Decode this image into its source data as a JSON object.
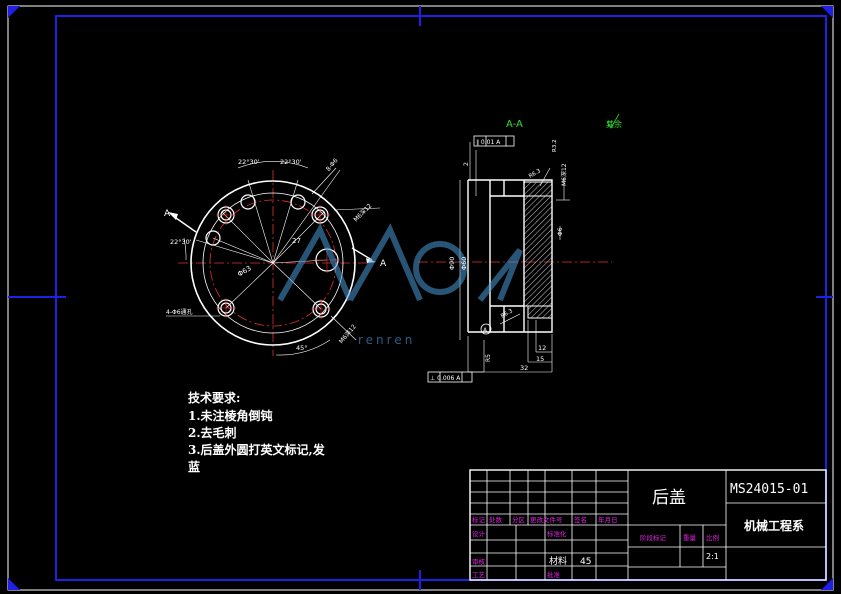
{
  "colors": {
    "background": "#000000",
    "frame": "#1f1fe6",
    "outline": "#ffffff",
    "dimension": "#ffffff",
    "centerline": "#e03030",
    "hatch": "#ffffff",
    "roughness_green": "#2ee02e",
    "title_magenta": "#e020e0",
    "watermark": "#4a9ad8"
  },
  "section_label": "A-A",
  "roughness_label": "其余",
  "front_view": {
    "cut_marker_left": "A",
    "cut_marker_right": "A",
    "angle_top_left": "22°30'",
    "angle_top_right": "22°30'",
    "angle_left": "22°30'",
    "angle_bottom": "45°",
    "hole_callout_top": "8-Φ6",
    "hole_callout_right": "M6深12",
    "hole_callout_left": "4-Φ6通孔",
    "hole_callout_bottom": "M6深12",
    "radius_label": "27",
    "pcd_label": "Φ63"
  },
  "section_view": {
    "parallel_tol": "∥ 0.01 A",
    "perp_tol": "⊥ 0.006 A",
    "datum_label": "A",
    "dim_overall_len": "32",
    "dim_len_15": "15",
    "dim_len_12": "12",
    "dim_dia_left": "Φ90",
    "dim_dia_bore": "Φ60",
    "dim_small_top": "2",
    "dim_chamfer": "R5",
    "dim_right": "Φ6",
    "thread_label": "M6深12",
    "roughness_mark_1": "R6.3",
    "roughness_mark_2": "R6.3",
    "roughness_mark_3": "R3.2"
  },
  "tech_requirements": {
    "heading": "技术要求:",
    "items": [
      "1.未注棱角倒钝",
      "2.去毛刺",
      "3.后盖外圆打英文标记,发",
      "蓝"
    ]
  },
  "title_block": {
    "part_name": "后盖",
    "drawing_no": "MS24015-01",
    "company": "机械工程系",
    "material_label": "材料",
    "material_value": "45",
    "scale_label": "比例",
    "scale_value": "2:1",
    "mass_label": "重量",
    "stage_label": "阶段标记",
    "row_labels": [
      "标记",
      "处数",
      "分区",
      "更改文件号",
      "签名",
      "年月日"
    ],
    "designer_label": "设计",
    "std_label": "标准化",
    "review_label": "审核",
    "process_label": "工艺",
    "approve_label": "批准"
  },
  "watermark": {
    "brand": "renren"
  }
}
